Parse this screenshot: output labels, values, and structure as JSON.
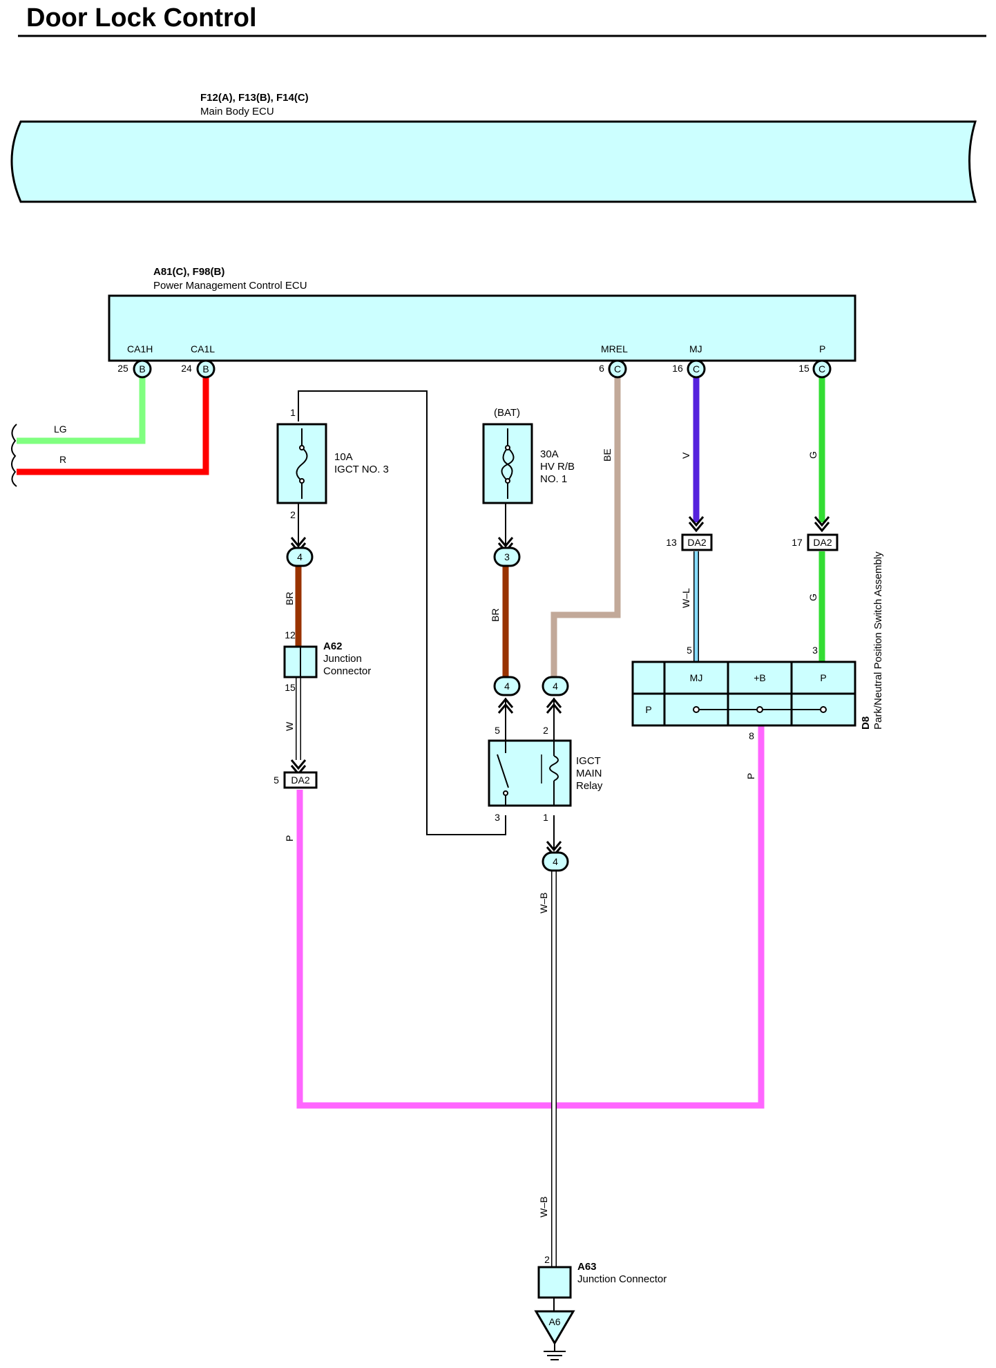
{
  "title": "Door Lock Control",
  "main_body_ecu": {
    "connectors": "F12(A), F13(B), F14(C)",
    "name": "Main Body ECU"
  },
  "power_mgmt_ecu": {
    "connectors": "A81(C), F98(B)",
    "name": "Power Management Control ECU",
    "terminals": [
      {
        "label": "CA1H",
        "pin": "25",
        "conn": "B"
      },
      {
        "label": "CA1L",
        "pin": "24",
        "conn": "B"
      },
      {
        "label": "MREL",
        "pin": "6",
        "conn": "C"
      },
      {
        "label": "MJ",
        "pin": "16",
        "conn": "C"
      },
      {
        "label": "P",
        "pin": "15",
        "conn": "C"
      }
    ]
  },
  "wires": {
    "lg": "LG",
    "r": "R",
    "br1": "BR",
    "br2": "BR",
    "be": "BE",
    "v": "V",
    "g1": "G",
    "g2": "G",
    "wl": "W–L",
    "w": "W",
    "p1": "P",
    "p2": "P",
    "wb1": "W–B",
    "wb2": "W–B"
  },
  "wire_colors": {
    "LG": "#80ff80",
    "R": "#ff0000",
    "BR": "#993300",
    "BE": "#c2a999",
    "V": "#5522dd",
    "G": "#33dd33",
    "W-L": "#88ddff",
    "P": "#ff66ff",
    "W-B": "#ffffff"
  },
  "fuse_igct": {
    "rating": "10A",
    "name": "IGCT NO. 3",
    "pin_top": "1",
    "pin_bottom": "2"
  },
  "fuse_hv": {
    "source": "(BAT)",
    "rating": "30A",
    "name_line1": "HV R/B",
    "name_line2": "NO. 1"
  },
  "a62": {
    "id": "A62",
    "name_line1": "Junction",
    "name_line2": "Connector",
    "pin_top": "12",
    "pin_bottom": "15"
  },
  "relay": {
    "name_line1": "IGCT",
    "name_line2": "MAIN",
    "name_line3": "Relay",
    "pin5": "5",
    "pin2": "2",
    "pin3": "3",
    "pin1": "1"
  },
  "junction_pins": {
    "j1": "4",
    "j2": "3",
    "j3": "4",
    "j4": "4",
    "j5": "4"
  },
  "da2": {
    "label": "DA2",
    "pin_mj": "13",
    "pin_p": "17",
    "pin_w": "5"
  },
  "d8": {
    "id": "D8",
    "name": "Park/Neutral Position Switch Assembly",
    "headers": [
      "MJ",
      "+B",
      "P"
    ],
    "row_label": "P",
    "pin_mj": "5",
    "pin_p": "3",
    "pin_out": "8"
  },
  "a63": {
    "id": "A63",
    "name": "Junction Connector",
    "pin": "2",
    "ground": "A6"
  }
}
